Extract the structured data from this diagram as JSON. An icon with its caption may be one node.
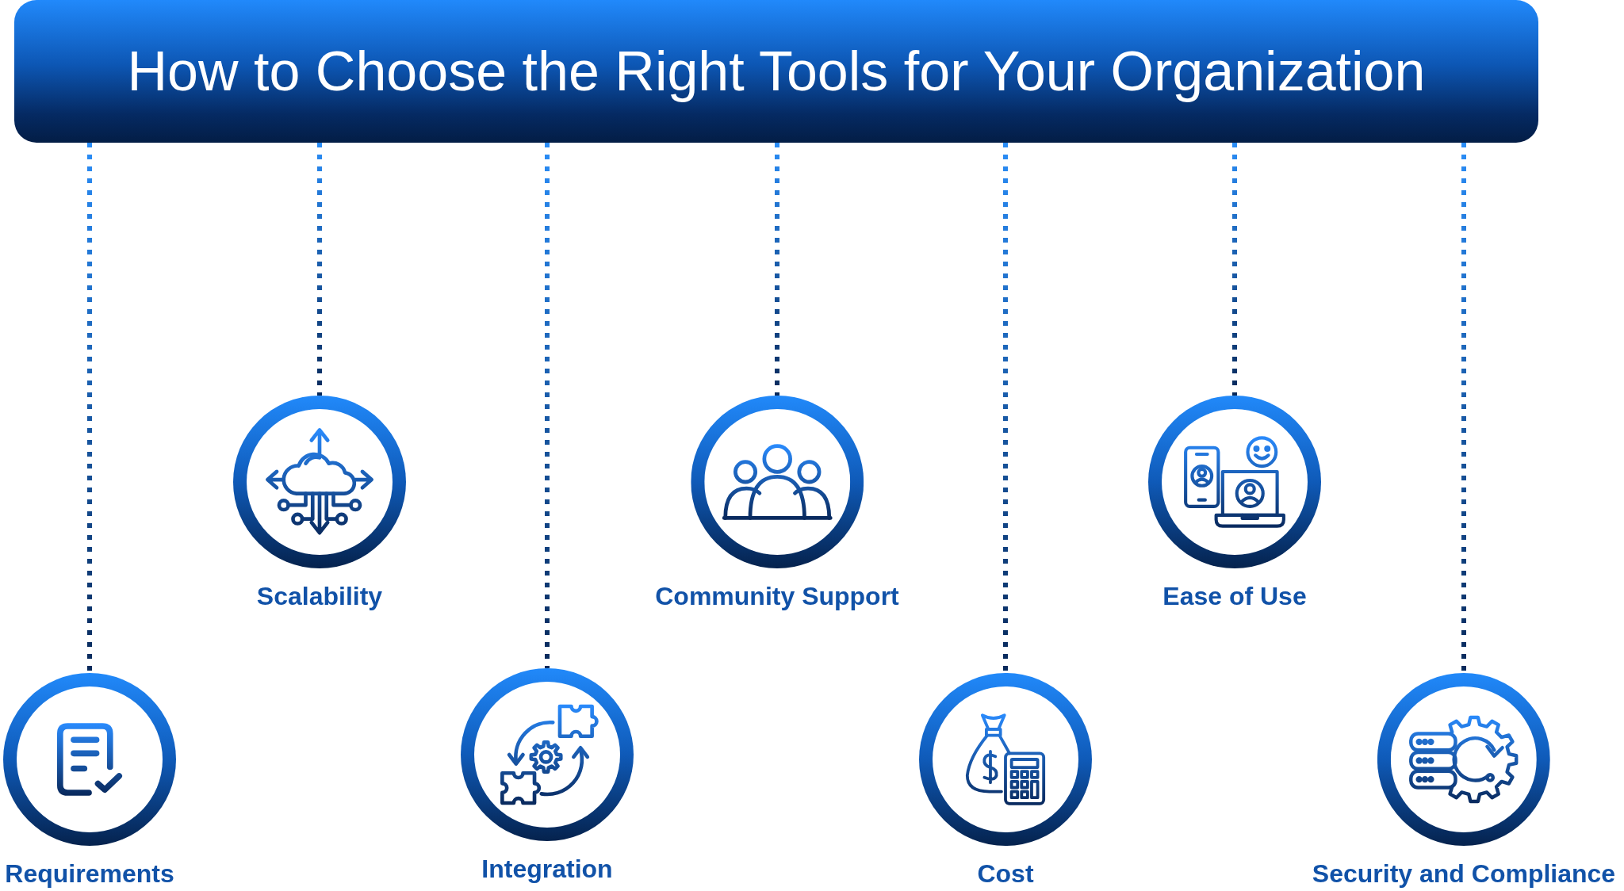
{
  "diagram": {
    "nodes": [
      {
        "text": [
          "How to Choose the Right Tools for Your Organization"
        ]
      },
      {
        "text": [
          "Requirements"
        ]
      },
      {
        "text": [
          "Scalability"
        ]
      },
      {
        "text": [
          "Integration"
        ]
      },
      {
        "text": [
          "Community Support"
        ]
      },
      {
        "text": [
          "Cost"
        ]
      },
      {
        "text": [
          "Ease of Use"
        ]
      },
      {
        "text": [
          "Security and Compliance"
        ]
      }
    ],
    "edges": [
      {
        "from": 0,
        "to": 1,
        "arrow": "none",
        "style": "dashed"
      },
      {
        "from": 0,
        "to": 2,
        "arrow": "none",
        "style": "dashed"
      },
      {
        "from": 0,
        "to": 3,
        "arrow": "none",
        "style": "dashed"
      },
      {
        "from": 0,
        "to": 4,
        "arrow": "none",
        "style": "dashed"
      },
      {
        "from": 0,
        "to": 5,
        "arrow": "none",
        "style": "dashed"
      },
      {
        "from": 0,
        "to": 6,
        "arrow": "none",
        "style": "dashed"
      },
      {
        "from": 0,
        "to": 7,
        "arrow": "none",
        "style": "dashed"
      }
    ]
  }
}
